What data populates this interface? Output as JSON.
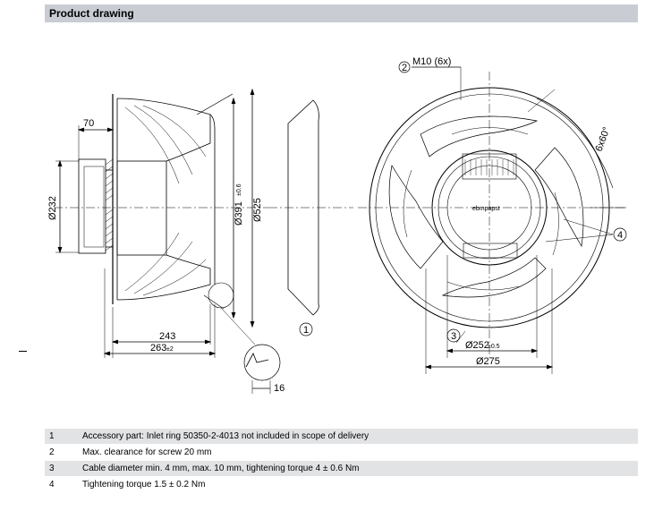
{
  "header": {
    "title": "Product drawing"
  },
  "dimensions": {
    "side": [
      "70",
      "Ø232",
      "Ø391",
      "±0.6",
      "Ø525",
      "243",
      "263",
      "±2",
      "16"
    ],
    "front": [
      "M10 (6x)",
      "6x60°",
      "Ø252",
      "±0.5",
      "Ø275"
    ]
  },
  "callouts": [
    "1",
    "2",
    "3",
    "4"
  ],
  "labels": {
    "brand": "ebmpapst"
  },
  "notes": [
    {
      "num": "1",
      "text": "Accessory part: Inlet ring 50350-2-4013 not included in scope of delivery"
    },
    {
      "num": "2",
      "text": "Max. clearance for screw 20 mm"
    },
    {
      "num": "3",
      "text": "Cable diameter min. 4 mm, max. 10 mm, tightening torque 4 ± 0.6 Nm"
    },
    {
      "num": "4",
      "text": "Tightening torque 1.5 ± 0.2 Nm"
    }
  ]
}
